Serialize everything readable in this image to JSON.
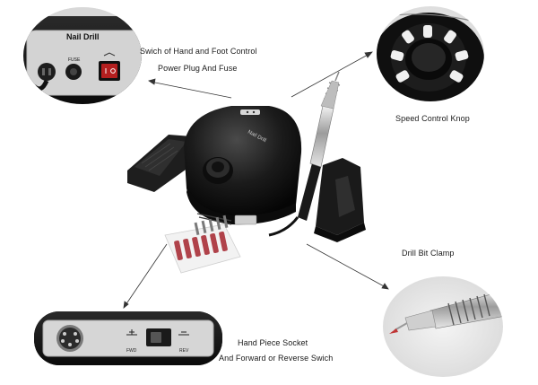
{
  "callouts": {
    "back_panel": {
      "panel_title": "Nail Drill",
      "fuse_label": "FUSE",
      "line1": "Swich of Hand and Foot Control",
      "line2": "Power Plug And Fuse"
    },
    "speed_knob": {
      "label": "Speed Control Knop"
    },
    "clamp": {
      "label": "Drill Bit Clamp"
    },
    "socket": {
      "fwd_label": "FWD",
      "rev_label": "REV",
      "line1": "Hand Piece Socket",
      "line2": "And Forward or Reverse Swich"
    }
  },
  "product": {
    "brand_text": "Nail Drill"
  }
}
